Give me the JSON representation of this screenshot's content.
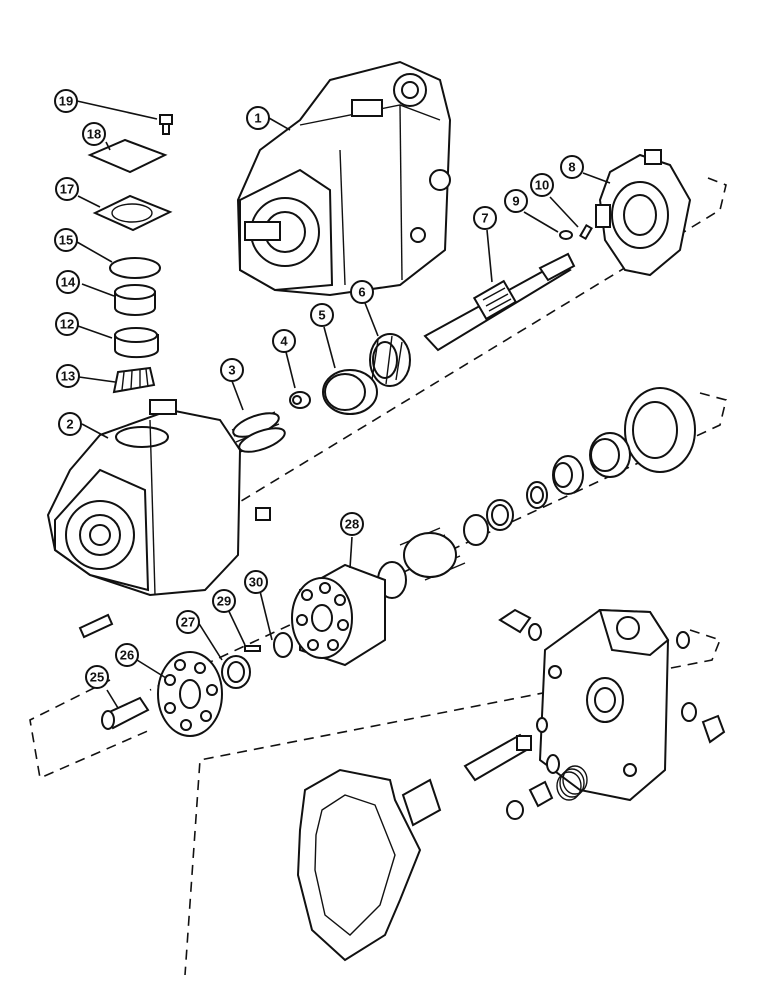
{
  "callouts": {
    "c1": "1",
    "c2": "2",
    "c3": "3",
    "c4": "4",
    "c5": "5",
    "c6": "6",
    "c7": "7",
    "c8": "8",
    "c9": "9",
    "c10": "10",
    "c12": "12",
    "c13": "13",
    "c14": "14",
    "c15": "15",
    "c17": "17",
    "c18": "18",
    "c19": "19",
    "c25": "25",
    "c26": "26",
    "c27": "27",
    "c28": "28",
    "c29": "29",
    "c30": "30"
  }
}
